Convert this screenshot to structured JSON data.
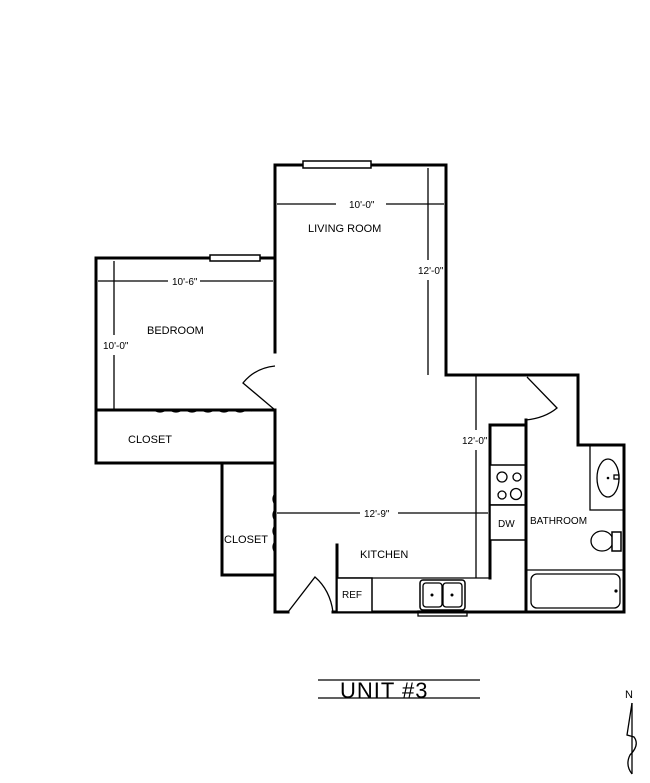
{
  "plan": {
    "title": "UNIT #3",
    "north_label": "N",
    "rooms": {
      "living_room": {
        "label": "LIVING ROOM",
        "width_dim": "10'-0\"",
        "depth_dim": "12'-0\""
      },
      "bedroom": {
        "label": "BEDROOM",
        "width_dim": "10'-6\"",
        "depth_dim": "10'-0\""
      },
      "bedroom_closet": {
        "label": "CLOSET"
      },
      "hall_closet": {
        "label": "CLOSET"
      },
      "kitchen": {
        "label": "KITCHEN",
        "width_dim": "12'-9\"",
        "depth_dim": "12'-0\""
      },
      "bathroom": {
        "label": "BATHROOM"
      }
    },
    "fixtures": {
      "dishwasher": "DW",
      "refrigerator": "REF"
    }
  }
}
